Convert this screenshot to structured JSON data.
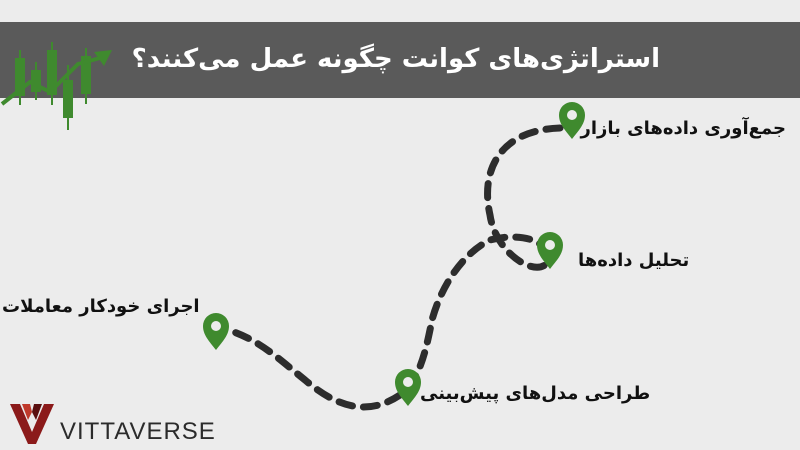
{
  "header": {
    "title": "استراتژی‌های کوانت چگونه عمل می‌کنند؟"
  },
  "steps": [
    {
      "id": "collect",
      "label": "جمع‌آوری داده‌های بازار"
    },
    {
      "id": "analyze",
      "label": "تحلیل داده‌ها"
    },
    {
      "id": "design",
      "label": "طراحی مدل‌های پیش‌بینی"
    },
    {
      "id": "execute",
      "label": "اجرای خودکار معاملات"
    }
  ],
  "brand": {
    "name": "VITTAVERSE"
  },
  "icons": {
    "header": "candlestick-chart-icon",
    "step": "map-pin-icon",
    "brand": "vittaverse-logo"
  },
  "colors": {
    "banner": "#5a5a5a",
    "pin": "#3f8a2e",
    "path": "#2d2d2d",
    "logo_red": "#8b1a1a",
    "background": "#ececec"
  }
}
